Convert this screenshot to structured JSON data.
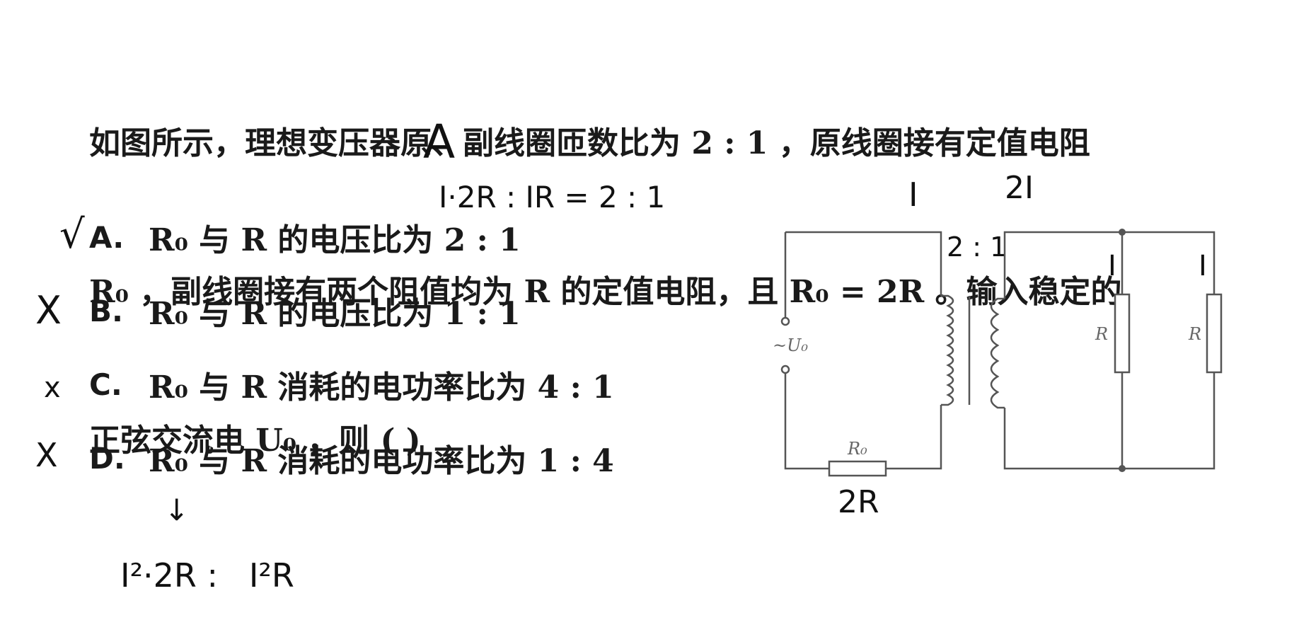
{
  "question": {
    "line1": "如图所示，理想变压器原、副线圈匝数比为 2 : 1 ，原线圈接有定值电阻",
    "line2": "R₀ ，副线圈接有两个阻值均为 R 的定值电阻，且 R₀ = 2R 。输入稳定的",
    "line3": "正弦交流电 U₀ ，则 (     )"
  },
  "handwritten": {
    "answer": "A",
    "voltage_work": "I·2R : IR = 2 : 1",
    "primary_current": "I",
    "secondary_current": "2I",
    "turns_ratio": "2 : 1",
    "branch_current_1": "I",
    "branch_current_2": "I",
    "r0_value": "2R",
    "arrow": "↓",
    "power_work": "I²·2R :   I²R",
    "mark_a": "√",
    "mark_b": "X",
    "mark_c": "x",
    "mark_d": "X"
  },
  "options": [
    {
      "letter": "A.",
      "text": "R₀ 与 R 的电压比为 2 : 1"
    },
    {
      "letter": "B.",
      "text": "R₀ 与 R 的电压比为 1 : 1"
    },
    {
      "letter": "C.",
      "text": "R₀ 与 R 消耗的电功率比为 4 : 1"
    },
    {
      "letter": "D.",
      "text": "R₀ 与 R 消耗的电功率比为 1 : 4"
    }
  ],
  "circuit": {
    "source_label": "~U₀",
    "r0_label": "R₀",
    "r_label_1": "R",
    "r_label_2": "R"
  }
}
